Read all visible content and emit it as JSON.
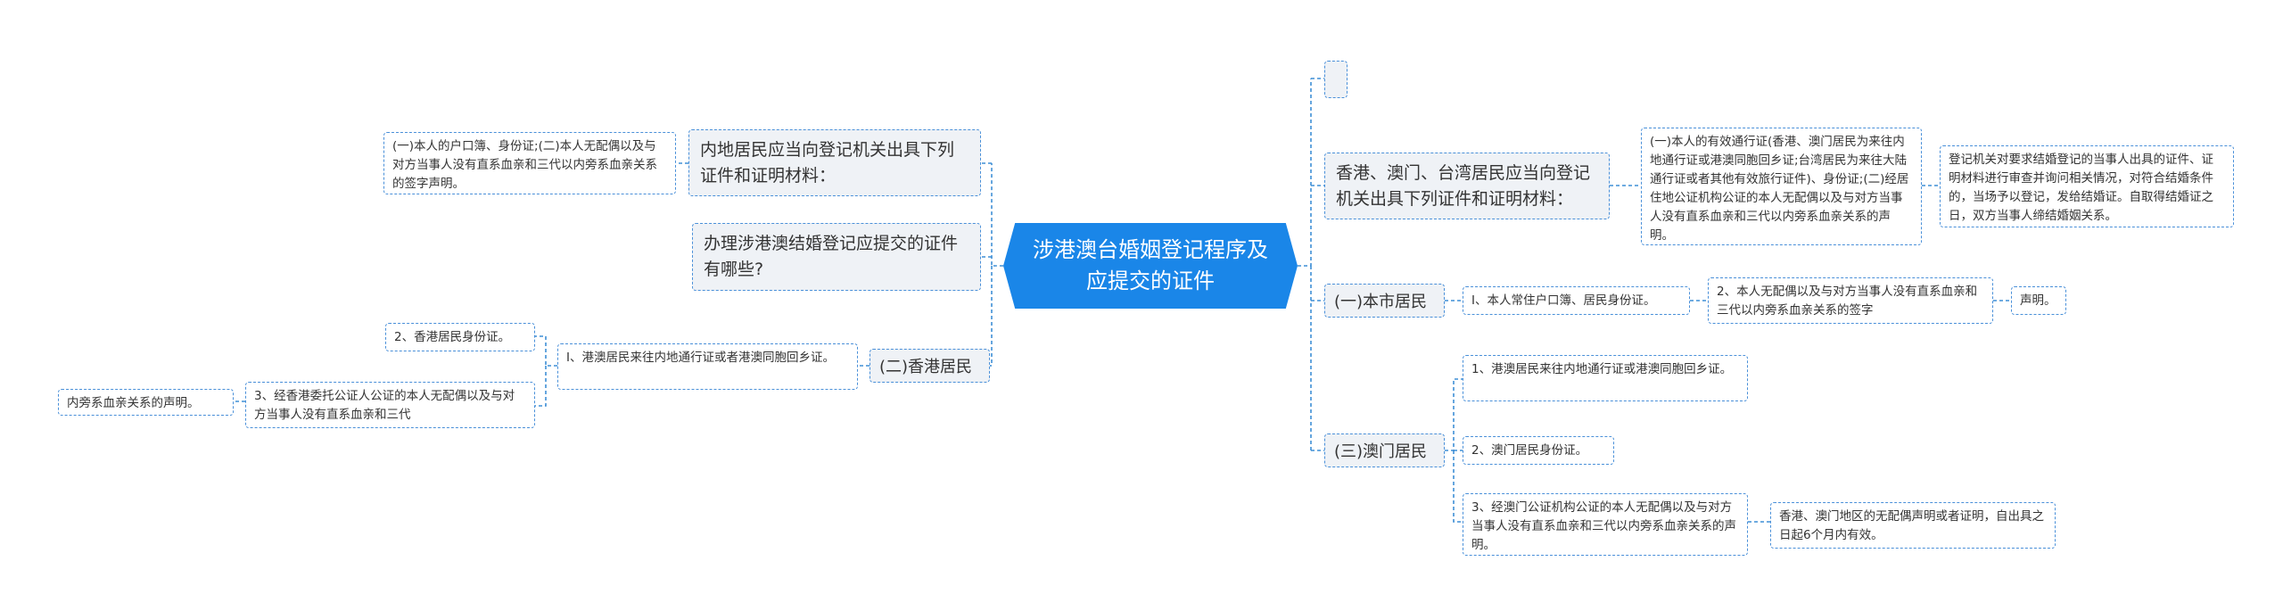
{
  "root": "涉港澳台婚姻登记程序及应提交的证件",
  "left": {
    "mainland": "内地居民应当向登记机关出具下列证件和证明材料：",
    "mainland_detail": "(一)本人的户口簿、身份证;(二)本人无配偶以及与对方当事人没有直系血亲和三代以内旁系血亲关系的签字声明。",
    "question": "办理涉港澳结婚登记应提交的证件有哪些?",
    "hk": "(二)香港居民",
    "hk_item1": "I、港澳居民来往内地通行证或者港澳同胞回乡证。",
    "hk_item2": "2、香港居民身份证。",
    "hk_item3": "3、经香港委托公证人公证的本人无配偶以及与对方当事人没有直系血亲和三代",
    "hk_item3_tail": "内旁系血亲关系的声明。"
  },
  "right": {
    "empty": "",
    "hmt": "香港、澳门、台湾居民应当向登记机关出具下列证件和证明材料：",
    "hmt_detail": "(一)本人的有效通行证(香港、澳门居民为来往内地通行证或港澳同胞回乡证;台湾居民为来往大陆通行证或者其他有效旅行证件)、身份证;(二)经居住地公证机构公证的本人无配偶以及与对方当事人没有直系血亲和三代以内旁系血亲关系的声明。",
    "hmt_detail2": "登记机关对要求结婚登记的当事人出具的证件、证明材料进行审查并询问相关情况，对符合结婚条件的，当场予以登记，发给结婚证。自取得结婚证之日，双方当事人缔结婚姻关系。",
    "local": "(一)本市居民",
    "local_item1": "I、本人常住户口簿、居民身份证。",
    "local_item2": "2、本人无配偶以及与对方当事人没有直系血亲和三代以内旁系血亲关系的签字",
    "local_item2_tail": "声明。",
    "macau": "(三)澳门居民",
    "macau_item1": "1、港澳居民来往内地通行证或港澳同胞回乡证。",
    "macau_item2": "2、澳门居民身份证。",
    "macau_item3": "3、经澳门公证机构公证的本人无配偶以及与对方当事人没有直系血亲和三代以内旁系血亲关系的声明。",
    "macau_item3_tail": "香港、澳门地区的无配偶声明或者证明，自出具之日起6个月内有效。"
  },
  "colors": {
    "root_fill": "#1a86e8",
    "link": "#3f8fd6",
    "node_border": "#4a90d9",
    "node_fill": "#eff2f6"
  }
}
